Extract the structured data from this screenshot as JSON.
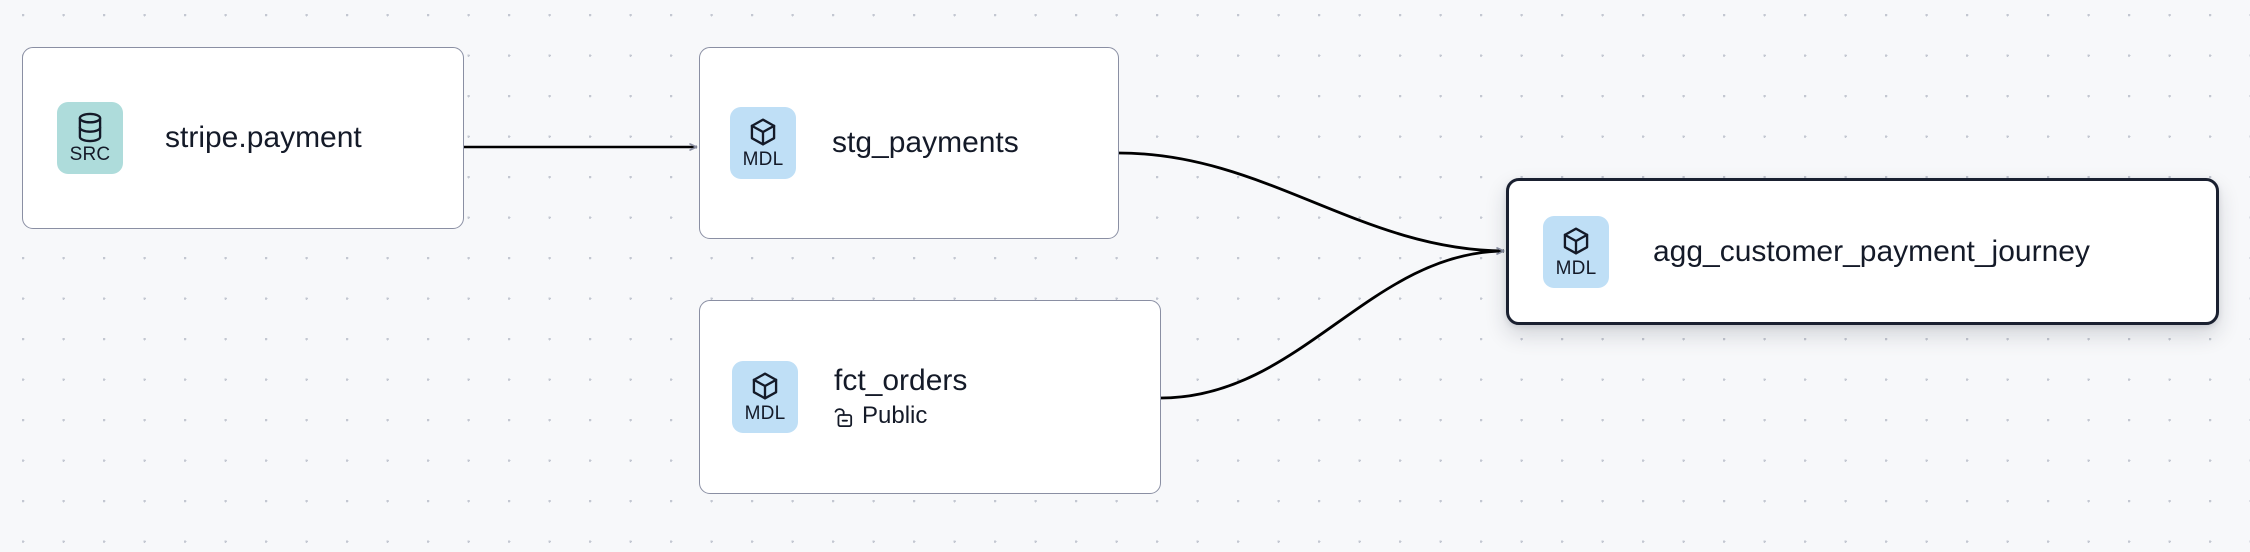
{
  "canvas": {
    "background_color": "#f7f8fa",
    "dot_color": "#c3c7d1",
    "edge_color": "#000000",
    "arrow_color": "#8a8fa3"
  },
  "nodes": [
    {
      "id": "stripe-payment",
      "title": "stripe.payment",
      "badge_label": "SRC",
      "badge_icon": "database-icon",
      "badge_color": "#aedcdb",
      "selected": false
    },
    {
      "id": "stg-payments",
      "title": "stg_payments",
      "badge_label": "MDL",
      "badge_icon": "cube-icon",
      "badge_color": "#bfdff6",
      "selected": false
    },
    {
      "id": "fct-orders",
      "title": "fct_orders",
      "subtitle": "Public",
      "subtitle_icon": "unlock-icon",
      "badge_label": "MDL",
      "badge_icon": "cube-icon",
      "badge_color": "#bfdff6",
      "selected": false
    },
    {
      "id": "agg-customer-payment-journey",
      "title": "agg_customer_payment_journey",
      "badge_label": "MDL",
      "badge_icon": "cube-icon",
      "badge_color": "#bfdff6",
      "selected": true
    }
  ],
  "edges": [
    {
      "id": "edge-stripe-to-stg",
      "from": "stripe-payment",
      "to": "stg-payments",
      "style": "straight"
    },
    {
      "id": "edge-stg-to-agg",
      "from": "stg-payments",
      "to": "agg-customer-payment-journey",
      "style": "bezier"
    },
    {
      "id": "edge-fct-to-agg",
      "from": "fct-orders",
      "to": "agg-customer-payment-journey",
      "style": "bezier"
    }
  ]
}
